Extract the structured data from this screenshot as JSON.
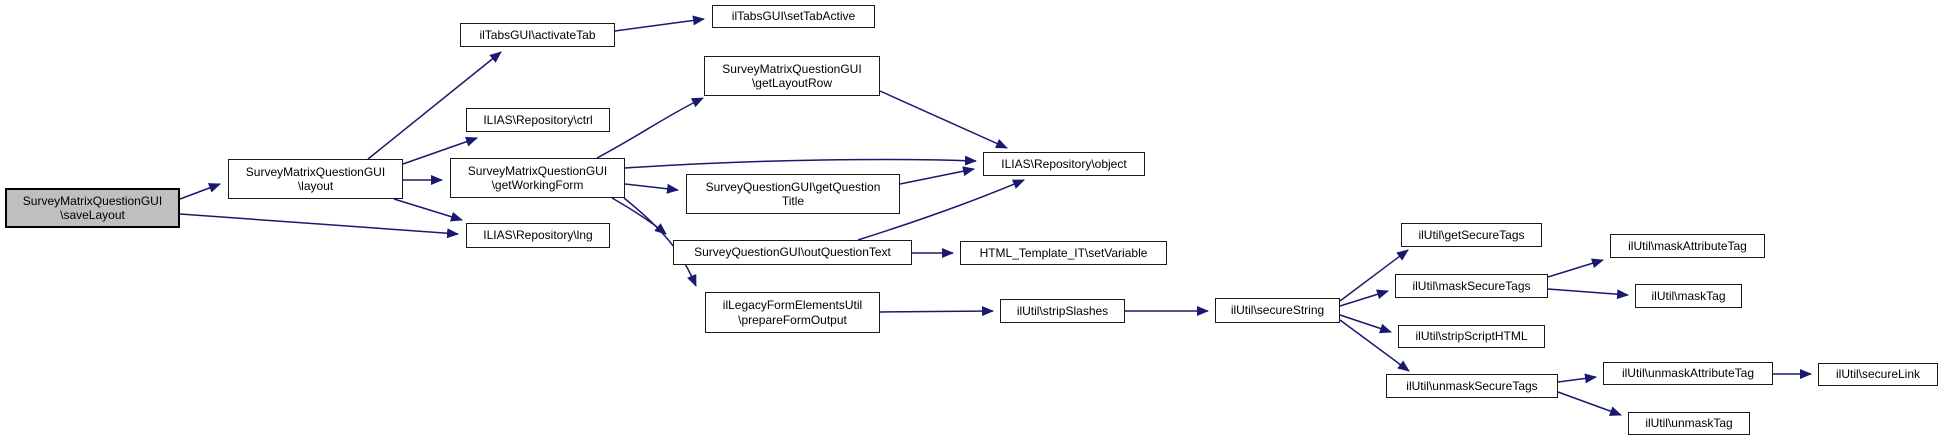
{
  "graph": {
    "kind": "doxygen-call-graph",
    "colors": {
      "edge": "#191970",
      "node_fill": "#ffffff",
      "node_border": "#1a1a1a",
      "root_fill": "#bfbfbf",
      "text": "#000000"
    },
    "nodes": {
      "saveLayout": {
        "label": "SurveyMatrixQuestionGUI\n\\saveLayout",
        "root": true
      },
      "layout": {
        "label": "SurveyMatrixQuestionGUI\n\\layout"
      },
      "activateTab": {
        "label": "ilTabsGUI\\activateTab"
      },
      "setTabActive": {
        "label": "ilTabsGUI\\setTabActive"
      },
      "ctrl": {
        "label": "ILIAS\\Repository\\ctrl"
      },
      "getLayoutRow": {
        "label": "SurveyMatrixQuestionGUI\n\\getLayoutRow"
      },
      "getWorkingForm": {
        "label": "SurveyMatrixQuestionGUI\n\\getWorkingForm"
      },
      "object": {
        "label": "ILIAS\\Repository\\object"
      },
      "getQuestionTitle": {
        "label": "SurveyQuestionGUI\\getQuestion\nTitle"
      },
      "lng": {
        "label": "ILIAS\\Repository\\lng"
      },
      "outQuestionText": {
        "label": "SurveyQuestionGUI\\outQuestionText"
      },
      "setVariable": {
        "label": "HTML_Template_IT\\setVariable"
      },
      "prepareFormOutput": {
        "label": "ilLegacyFormElementsUtil\n\\prepareFormOutput"
      },
      "stripSlashes": {
        "label": "ilUtil\\stripSlashes"
      },
      "secureString": {
        "label": "ilUtil\\secureString"
      },
      "getSecureTags": {
        "label": "ilUtil\\getSecureTags"
      },
      "maskSecureTags": {
        "label": "ilUtil\\maskSecureTags"
      },
      "maskAttributeTag": {
        "label": "ilUtil\\maskAttributeTag"
      },
      "maskTag": {
        "label": "ilUtil\\maskTag"
      },
      "stripScriptHTML": {
        "label": "ilUtil\\stripScriptHTML"
      },
      "unmaskSecureTags": {
        "label": "ilUtil\\unmaskSecureTags"
      },
      "unmaskAttributeTag": {
        "label": "ilUtil\\unmaskAttributeTag"
      },
      "secureLink": {
        "label": "ilUtil\\secureLink"
      },
      "unmaskTag": {
        "label": "ilUtil\\unmaskTag"
      }
    },
    "edges": [
      {
        "from": "saveLayout",
        "to": "layout"
      },
      {
        "from": "saveLayout",
        "to": "lng"
      },
      {
        "from": "layout",
        "to": "activateTab"
      },
      {
        "from": "layout",
        "to": "ctrl"
      },
      {
        "from": "layout",
        "to": "getWorkingForm"
      },
      {
        "from": "layout",
        "to": "lng"
      },
      {
        "from": "activateTab",
        "to": "setTabActive"
      },
      {
        "from": "getWorkingForm",
        "to": "getLayoutRow"
      },
      {
        "from": "getWorkingForm",
        "to": "object"
      },
      {
        "from": "getWorkingForm",
        "to": "getQuestionTitle"
      },
      {
        "from": "getWorkingForm",
        "to": "outQuestionText"
      },
      {
        "from": "getWorkingForm",
        "to": "prepareFormOutput"
      },
      {
        "from": "getLayoutRow",
        "to": "object"
      },
      {
        "from": "getQuestionTitle",
        "to": "object"
      },
      {
        "from": "outQuestionText",
        "to": "object"
      },
      {
        "from": "outQuestionText",
        "to": "setVariable"
      },
      {
        "from": "prepareFormOutput",
        "to": "stripSlashes"
      },
      {
        "from": "stripSlashes",
        "to": "secureString"
      },
      {
        "from": "secureString",
        "to": "getSecureTags"
      },
      {
        "from": "secureString",
        "to": "maskSecureTags"
      },
      {
        "from": "secureString",
        "to": "stripScriptHTML"
      },
      {
        "from": "secureString",
        "to": "unmaskSecureTags"
      },
      {
        "from": "maskSecureTags",
        "to": "maskAttributeTag"
      },
      {
        "from": "maskSecureTags",
        "to": "maskTag"
      },
      {
        "from": "unmaskSecureTags",
        "to": "unmaskAttributeTag"
      },
      {
        "from": "unmaskSecureTags",
        "to": "unmaskTag"
      },
      {
        "from": "unmaskAttributeTag",
        "to": "secureLink"
      }
    ]
  }
}
